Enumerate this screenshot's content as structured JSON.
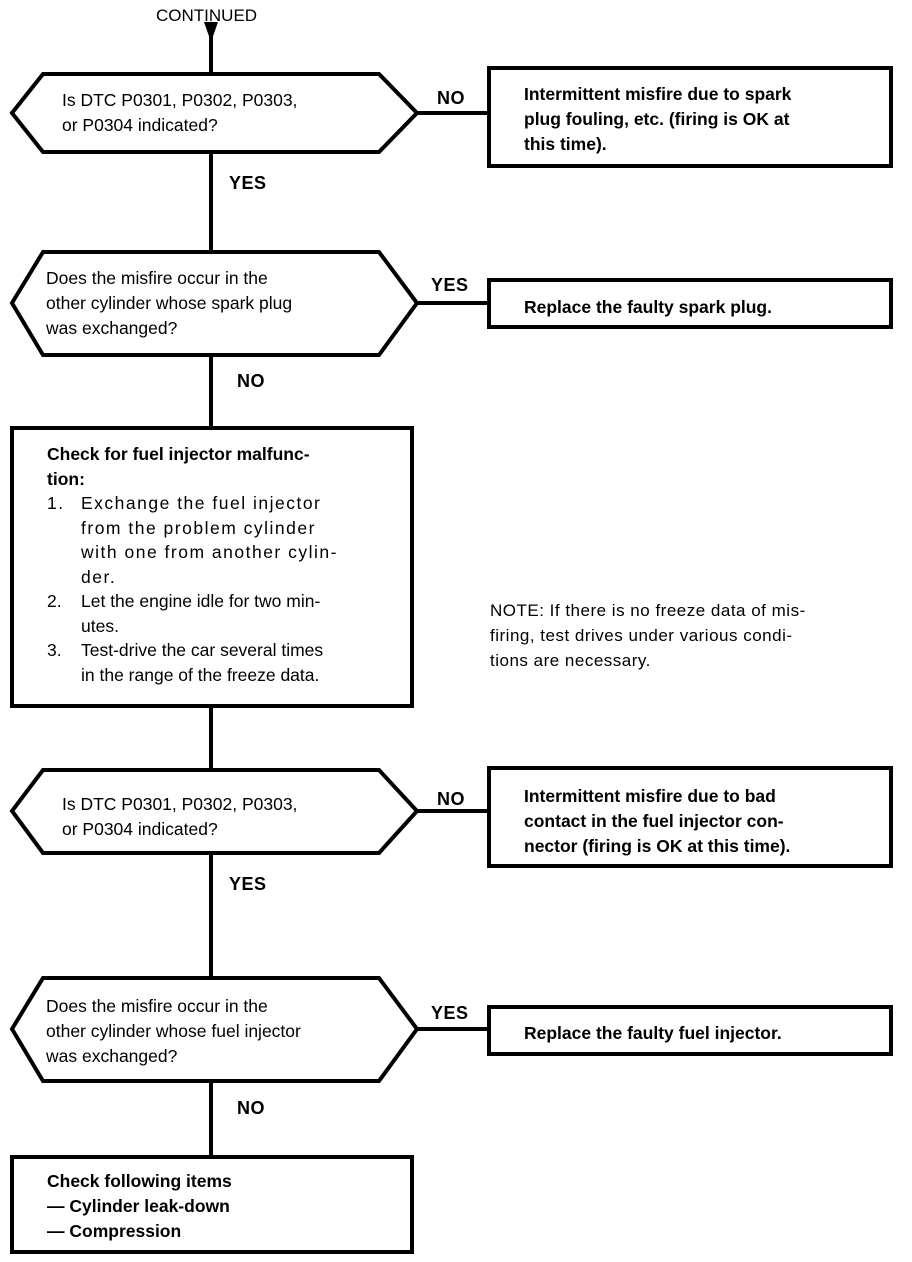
{
  "header": {
    "continued": "CONTINUED"
  },
  "decision1": {
    "lines": [
      "Is DTC P0301, P0302, P0303,",
      "or P0304 indicated?"
    ],
    "no_label": "NO",
    "yes_label": "YES",
    "no_result": [
      "Intermittent misfire due to spark",
      "plug fouling, etc. (firing is OK at",
      "this time)."
    ]
  },
  "decision2": {
    "lines": [
      "Does the misfire occur in the",
      "other cylinder whose spark plug",
      "was exchanged?"
    ],
    "yes_label": "YES",
    "no_label": "NO",
    "yes_result": "Replace the faulty spark plug."
  },
  "injector_check": {
    "title_lines": [
      "Check for fuel injector malfunc-",
      "tion:"
    ],
    "steps": [
      {
        "num": "1.",
        "lines": [
          "Exchange the fuel injector",
          "from the problem cylinder",
          "with one from another cylin-",
          "der."
        ]
      },
      {
        "num": "2.",
        "lines": [
          "Let the engine idle for two min-",
          "utes."
        ]
      },
      {
        "num": "3.",
        "lines": [
          "Test-drive the car several times",
          "in the range of the freeze data."
        ]
      }
    ]
  },
  "note": {
    "lines": [
      "NOTE: If there is no freeze data of mis-",
      "firing, test drives under various condi-",
      "tions are necessary."
    ]
  },
  "decision3": {
    "lines": [
      "Is DTC P0301, P0302, P0303,",
      "or P0304 indicated?"
    ],
    "no_label": "NO",
    "yes_label": "YES",
    "no_result": [
      "Intermittent misfire due to bad",
      "contact in the fuel injector con-",
      "nector (firing is OK at this time)."
    ]
  },
  "decision4": {
    "lines": [
      "Does the misfire occur in the",
      "other cylinder whose fuel injector",
      "was exchanged?"
    ],
    "yes_label": "YES",
    "no_label": "NO",
    "yes_result": "Replace the faulty fuel injector."
  },
  "final_check": {
    "title": "Check following items",
    "items": [
      "— Cylinder leak-down",
      "— Compression"
    ]
  }
}
